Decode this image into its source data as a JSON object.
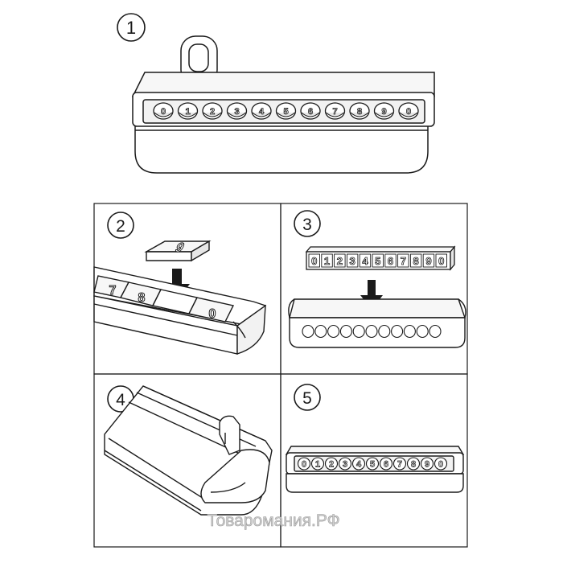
{
  "steps": [
    {
      "number": "1"
    },
    {
      "number": "2"
    },
    {
      "number": "3"
    },
    {
      "number": "4"
    },
    {
      "number": "5"
    }
  ],
  "step1_digits": [
    "0",
    "1",
    "2",
    "3",
    "4",
    "5",
    "6",
    "7",
    "8",
    "9",
    "0"
  ],
  "step2_tiles": {
    "loose_tile": "9",
    "slot_left": "7",
    "slot_mid": "8",
    "slot_right": "0"
  },
  "step3_strip": [
    "0",
    "1",
    "2",
    "3",
    "4",
    "5",
    "6",
    "7",
    "8",
    "9",
    "0"
  ],
  "step5_digits": [
    "0",
    "1",
    "2",
    "3",
    "4",
    "5",
    "6",
    "7",
    "8",
    "9",
    "0"
  ],
  "watermark": "Товаромания.РФ",
  "colors": {
    "line": "#1a1a1a",
    "fill_light": "#f7f7f7",
    "fill_mid": "#e6e6e6",
    "watermark": "#c9c9c9"
  }
}
